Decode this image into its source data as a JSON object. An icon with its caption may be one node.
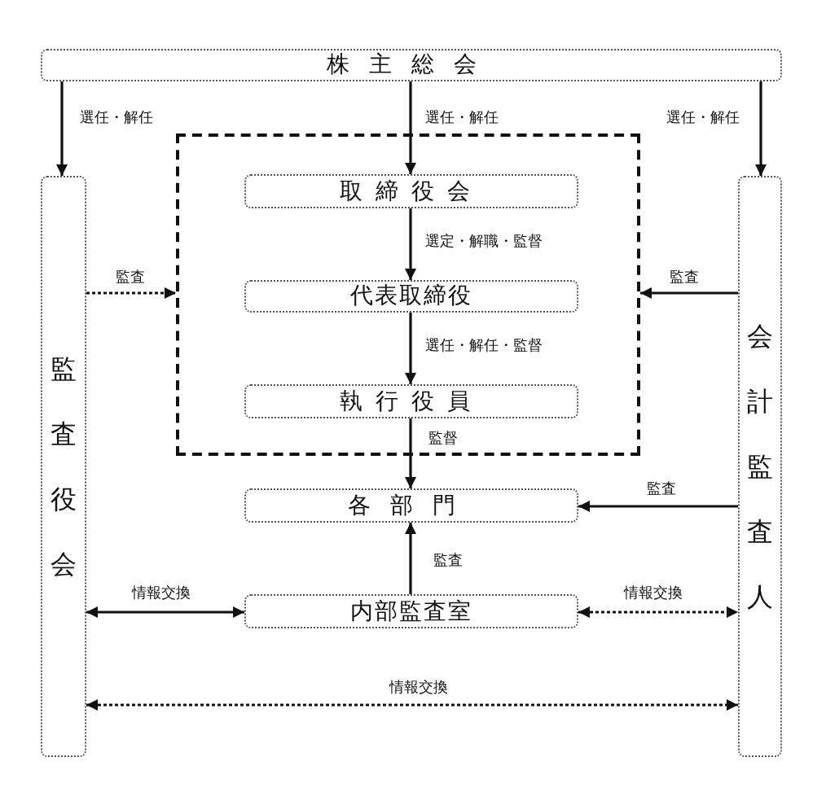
{
  "diagram": {
    "nodes": [
      {
        "text": [
          "株主総会"
        ]
      },
      {
        "text": [
          "監査役会"
        ]
      },
      {
        "text": [],
        "shape": "box"
      },
      {
        "text": [
          "取締役会"
        ],
        "in": 2
      },
      {
        "text": [
          "代表取締役"
        ],
        "in": 2
      },
      {
        "text": [
          "執行役員"
        ],
        "in": 2
      },
      {
        "text": [
          "各部門"
        ]
      },
      {
        "text": [
          "内部監査室"
        ]
      },
      {
        "text": [
          "会計監査人"
        ]
      }
    ],
    "edges": [
      {
        "from": 0,
        "to": 1,
        "arrow": "to",
        "label": "選任・解任"
      },
      {
        "from": 0,
        "to": 3,
        "arrow": "to",
        "label": "選任・解任"
      },
      {
        "from": 0,
        "to": 8,
        "arrow": "to",
        "label": "選任・解任"
      },
      {
        "from": 3,
        "to": 4,
        "arrow": "to",
        "label": "選定・解職・監督"
      },
      {
        "from": 4,
        "to": 5,
        "arrow": "to",
        "label": "選任・解任・監督"
      },
      {
        "from": 5,
        "to": 6,
        "arrow": "to",
        "label": "監督"
      },
      {
        "from": 1,
        "to": 2,
        "arrow": "to",
        "label": "監査",
        "style": "dashed"
      },
      {
        "from": 8,
        "to": 2,
        "arrow": "to",
        "label": "監査"
      },
      {
        "from": 8,
        "to": 6,
        "arrow": "to",
        "label": "監査"
      },
      {
        "from": 7,
        "to": 6,
        "arrow": "to",
        "label": "監査"
      },
      {
        "from": 1,
        "to": 7,
        "arrow": "both",
        "label": "情報交換"
      },
      {
        "from": 7,
        "to": 8,
        "arrow": "both",
        "label": "情報交換",
        "style": "dashed"
      },
      {
        "from": 1,
        "to": 8,
        "arrow": "both",
        "label": "情報交換",
        "style": "dashed"
      }
    ]
  }
}
